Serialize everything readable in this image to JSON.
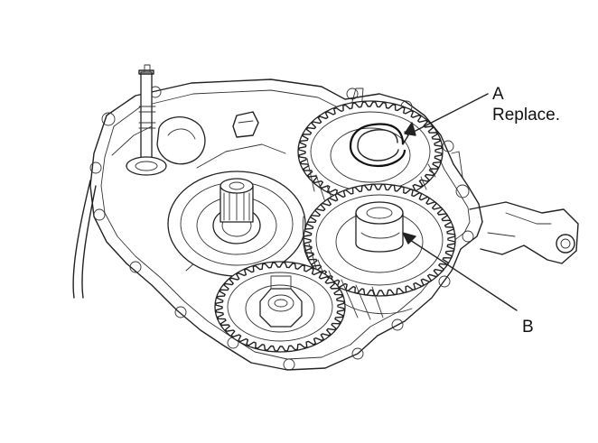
{
  "callouts": {
    "a": {
      "letter": "A",
      "note": "Replace."
    },
    "b": {
      "letter": "B"
    }
  },
  "drawing": {
    "line_color": "#222222",
    "background": "#ffffff",
    "parts": [
      "transmission-case",
      "shift-shaft",
      "oil-guide-cup",
      "differential-bearing",
      "upper-gear",
      "snap-ring",
      "helical-gear",
      "collar",
      "lower-gear",
      "lower-nut",
      "mount-bracket"
    ]
  }
}
